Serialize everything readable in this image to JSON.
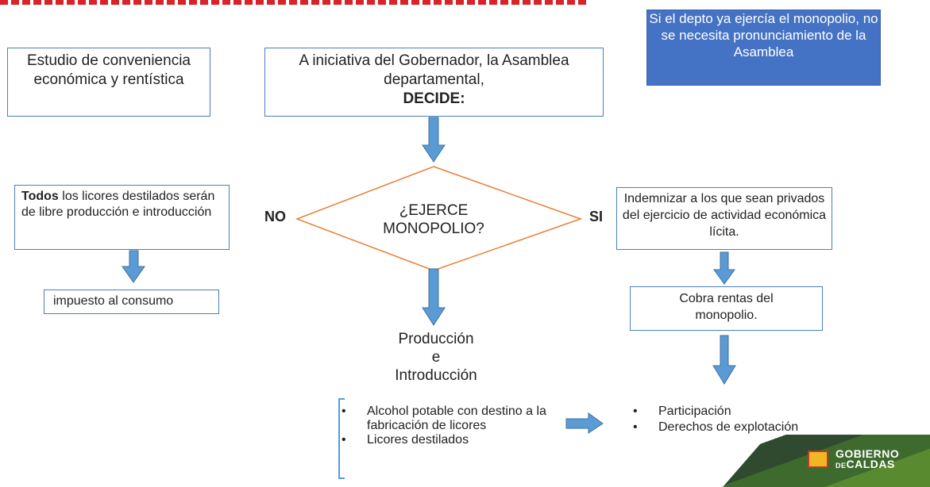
{
  "note": {
    "text": "Si el depto ya ejercía el monopolio, no se necesita pronunciamiento de la Asamblea"
  },
  "study_box": {
    "text": "Estudio de conveniencia económica y rentística"
  },
  "initiative_box": {
    "line": "A iniciativa del Gobernador, la Asamblea departamental,",
    "emphasis": "DECIDE:"
  },
  "decision": {
    "text_line1": "¿EJERCE",
    "text_line2": "MONOPOLIO?",
    "no_label": "NO",
    "yes_label": "SI"
  },
  "no_branch": {
    "bold": "Todos",
    "rest": " los licores destilados serán de libre producción e introducción",
    "tax": "impuesto al consumo"
  },
  "yes_branch": {
    "indemnity": "Indemnizar a los que sean privados del ejercicio de actividad económica lícita.",
    "rents": "Cobra rentas del monopolio.",
    "bullets": [
      "Participación",
      "Derechos de explotación"
    ]
  },
  "center": {
    "prod_line1": "Producción",
    "prod_line2": "e",
    "prod_line3": "Introducción",
    "bullets": [
      "Alcohol potable con destino a la fabricación de licores",
      "Licores destilados"
    ]
  },
  "logo": {
    "line1": "GOBIERNO",
    "line2_prefix": "DE",
    "line2": "CALDAS"
  },
  "colors": {
    "box_border": "#4a7fc1",
    "arrow": "#5b9bd5",
    "diamond": "#ed7d31",
    "note_bg": "#4472c4",
    "accent_red": "#d9232a"
  }
}
